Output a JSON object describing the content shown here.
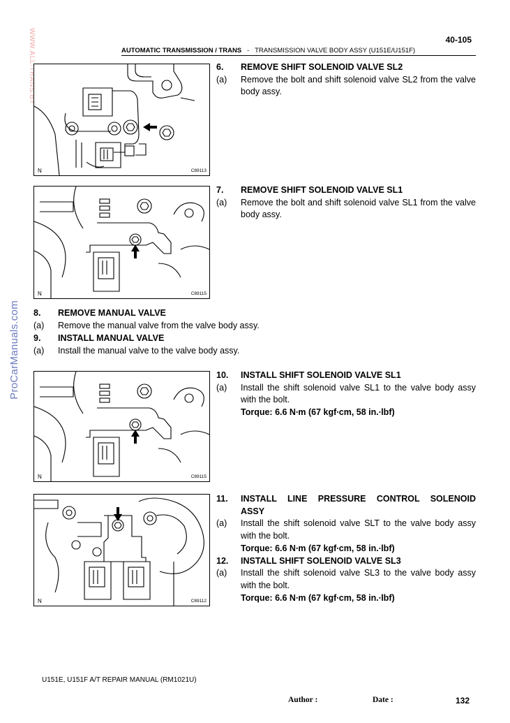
{
  "page_number": "40-105",
  "header": {
    "section": "AUTOMATIC TRANSMISSION / TRANS",
    "separator": "-",
    "subsection": "TRANSMISSION VALVE BODY ASSY (U151E/U151F)"
  },
  "watermarks": {
    "top": "WWW.ALL-TRANS.BY",
    "side": "ProCarManuals.com"
  },
  "figures": [
    {
      "orientation": "N",
      "code": "C89113"
    },
    {
      "orientation": "N",
      "code": "C89115"
    },
    {
      "orientation": "N",
      "code": "C89115"
    },
    {
      "orientation": "N",
      "code": "C89112"
    }
  ],
  "steps": {
    "s6": {
      "num": "6.",
      "title": "REMOVE SHIFT SOLENOID VALVE SL2",
      "sub": "(a)",
      "text": "Remove the bolt and shift solenoid valve SL2 from the valve body assy."
    },
    "s7": {
      "num": "7.",
      "title": "REMOVE SHIFT SOLENOID VALVE SL1",
      "sub": "(a)",
      "text": "Remove the bolt and shift solenoid valve SL1 from the valve body assy."
    },
    "s8": {
      "num": "8.",
      "title": "REMOVE MANUAL VALVE",
      "sub": "(a)",
      "text": "Remove the manual valve from the valve body assy."
    },
    "s9": {
      "num": "9.",
      "title": "INSTALL MANUAL VALVE",
      "sub": "(a)",
      "text": "Install the manual valve to the valve body assy."
    },
    "s10": {
      "num": "10.",
      "title": "INSTALL SHIFT SOLENOID VALVE SL1",
      "sub": "(a)",
      "text": "Install the shift solenoid valve SL1 to the valve body assy with the bolt.",
      "torque": "Torque: 6.6 N∙m (67 kgf∙cm, 58 in.∙lbf)"
    },
    "s11": {
      "num": "11.",
      "title_line1": "INSTALL LINE PRESSURE CONTROL SOLENOID",
      "title_line2": "ASSY",
      "sub": "(a)",
      "text": "Install the shift solenoid valve SLT to the valve body assy with the bolt.",
      "torque": "Torque: 6.6 N∙m (67 kgf∙cm, 58 in.∙lbf)"
    },
    "s12": {
      "num": "12.",
      "title": "INSTALL SHIFT SOLENOID VALVE SL3",
      "sub": "(a)",
      "text": "Install the shift solenoid valve SL3 to the valve body assy with the bolt.",
      "torque": "Torque: 6.6 N∙m (67 kgf∙cm, 58 in.∙lbf)"
    }
  },
  "footer": {
    "manual": "U151E, U151F A/T REPAIR MANUAL   (RM1021U)",
    "author_label": "Author :",
    "date_label": "Date :",
    "page": "132"
  }
}
